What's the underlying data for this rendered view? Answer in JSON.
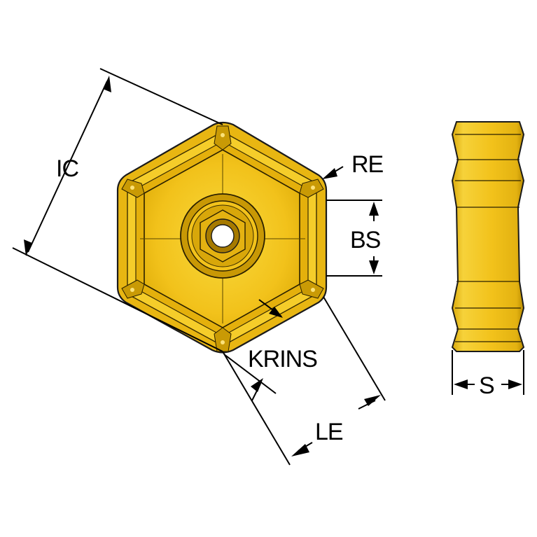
{
  "labels": {
    "ic": "IC",
    "re": "RE",
    "bs": "BS",
    "krins": "KRINS",
    "le": "LE",
    "s": "S"
  },
  "colors": {
    "insert_fill": "#F2C21B",
    "insert_light": "#F7D748",
    "insert_dark": "#B88A00",
    "outline": "#1a1a1a"
  }
}
